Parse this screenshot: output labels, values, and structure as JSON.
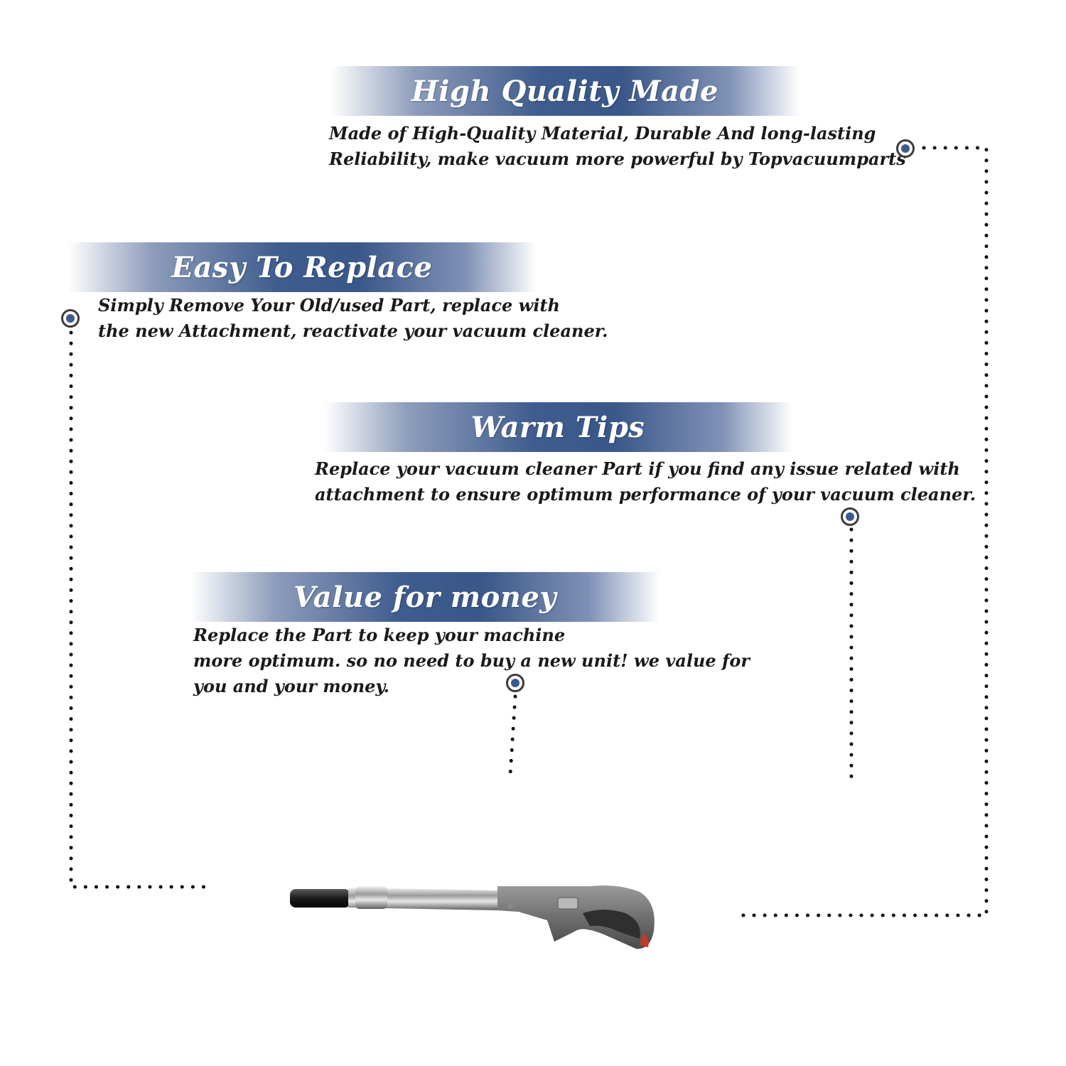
{
  "features": [
    {
      "title": "High Quality Made",
      "lines": [
        "Made of  High-Quality Material, Durable And long-lasting",
        "Reliability, make vacuum more powerful by Topvacuumparts"
      ]
    },
    {
      "title": "Easy To Replace",
      "lines": [
        "Simply Remove Your Old/used Part, replace with",
        "the new Attachment, reactivate your vacuum cleaner."
      ]
    },
    {
      "title": "Warm Tips",
      "lines": [
        "Replace your vacuum cleaner Part if you find any issue related with",
        " attachment to ensure optimum performance of your vacuum cleaner."
      ]
    },
    {
      "title": "Value for money",
      "lines": [
        "Replace the Part to keep your machine",
        "more optimum. so no need to buy a new unit! we value for",
        "you and your money."
      ]
    }
  ],
  "colors": {
    "banner_blue": "#3f5c8e",
    "marker_fill": "#3d5a8d",
    "text": "#1a1a1a"
  },
  "product": {
    "icon": "vacuum-handle-wand-illustration"
  }
}
